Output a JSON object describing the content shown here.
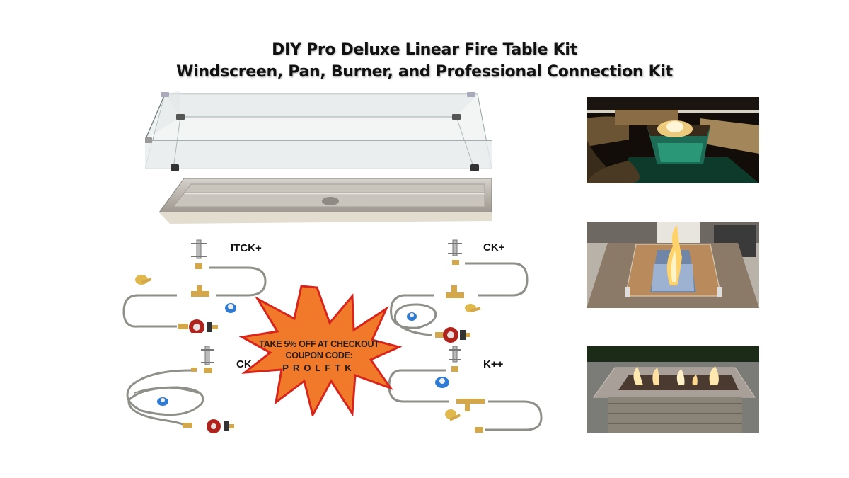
{
  "header": {
    "title_line1": "DIY Pro Deluxe Linear Fire Table Kit",
    "title_line2": "Windscreen, Pan, Burner, and Professional Connection Kit"
  },
  "products": {
    "windscreen": "glass windscreen",
    "pan_burner": "stainless steel pan with linear burner"
  },
  "kits": [
    {
      "label": "ITCK+"
    },
    {
      "label": "CK+"
    },
    {
      "label": "CK"
    },
    {
      "label": "K++"
    }
  ],
  "promo": {
    "line1": "TAKE 5% OFF AT CHECKOUT",
    "line2": "COUPON CODE:",
    "code": "PROLFTK",
    "burst_color": "#f07a2a",
    "burst_outline": "#d8251c"
  },
  "gallery": [
    {
      "caption": "night patio fire table with green under-glow"
    },
    {
      "caption": "linear fire table with glass windscreen and blue fire glass"
    },
    {
      "caption": "stone fire table with glass windscreen at dusk"
    }
  ]
}
